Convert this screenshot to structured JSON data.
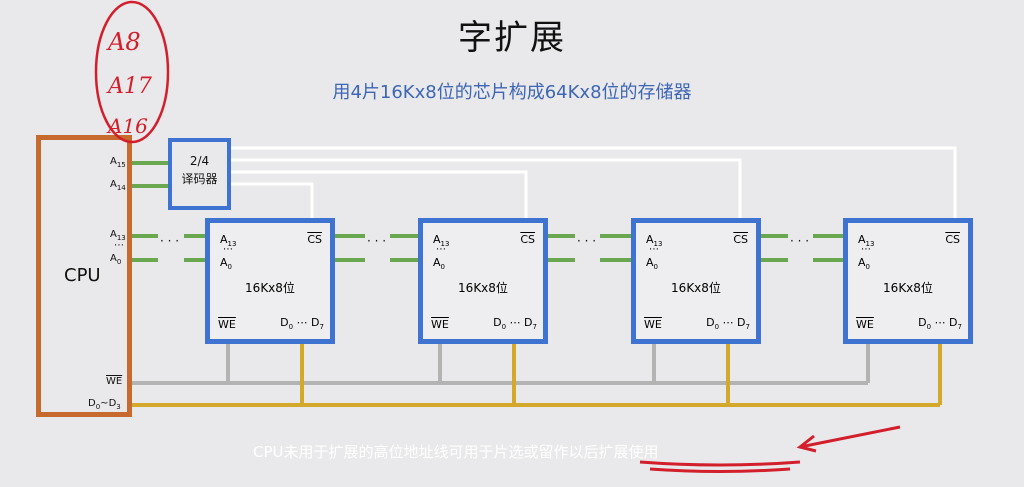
{
  "title": "字扩展",
  "subtitle": "用4片16Kx8位的芯片构成64Kx8位的存储器",
  "cpu": {
    "label": "CPU",
    "pins": {
      "a15_base": "A",
      "a15_sub": "15",
      "a14_base": "A",
      "a14_sub": "14",
      "a13_base": "A",
      "a13_sub": "13",
      "dots": "⋯",
      "a0_base": "A",
      "a0_sub": "0",
      "we": "WE",
      "d_base1": "D",
      "d_sub1": "0",
      "d_tilde": "~",
      "d_base2": "D",
      "d_sub2": "3"
    }
  },
  "decoder": {
    "line1": "2/4",
    "line2": "译码器"
  },
  "chip": {
    "a13_base": "A",
    "a13_sub": "13",
    "dots": "⋯",
    "a0_base": "A",
    "a0_sub": "0",
    "cs": "CS",
    "size": "16Kx8位",
    "we": "WE",
    "d0_base": "D",
    "d0_sub": "0",
    "d_dots": " ⋯ ",
    "d7_base": "D",
    "d7_sub": "7"
  },
  "bus_dots": "· · ·",
  "annotation": {
    "handwritten": [
      "A8",
      "A17",
      "A16"
    ]
  },
  "caption": "CPU未用于扩展的高位地址线可用于片选或留作以后扩展使用",
  "colors": {
    "cpu_border": "#c76a2d",
    "chip_border": "#3f73d1",
    "address_bus": "#6aa84f",
    "decoder_lines": "#ffffff",
    "we_bus": "#b3b3b3",
    "data_bus": "#d4a82a",
    "ink_red": "#d21f2b"
  }
}
